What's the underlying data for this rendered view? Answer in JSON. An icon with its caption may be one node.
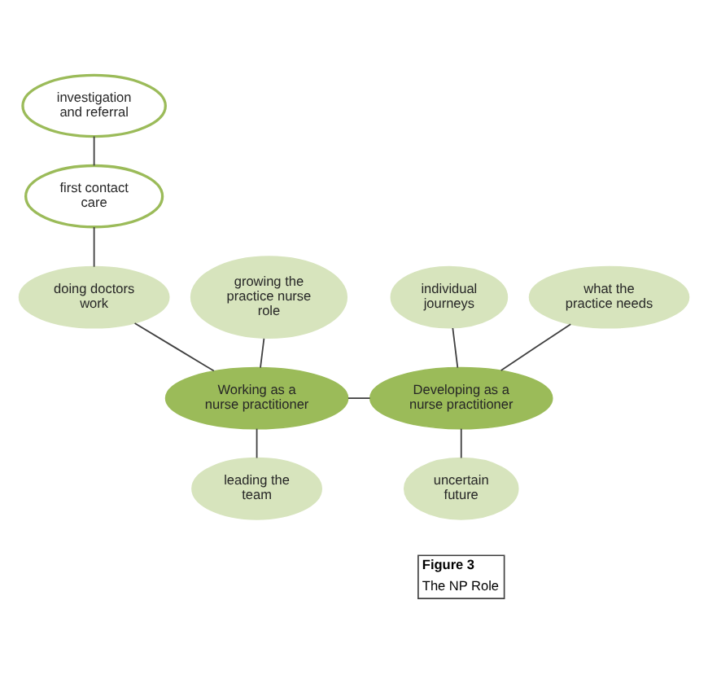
{
  "diagram": {
    "nodes": [
      {
        "text": [
          "investigation and referral"
        ]
      },
      {
        "text": [
          "first contact care"
        ]
      },
      {
        "text": [
          "growing the practice nurse role"
        ]
      },
      {
        "text": [
          "individual journeys"
        ]
      },
      {
        "text": [
          "doing doctors work"
        ]
      },
      {
        "text": [
          "what the practice needs"
        ]
      },
      {
        "text": [
          "Working as a nurse practitioner"
        ]
      },
      {
        "text": [
          "Developing as a nurse practitioner"
        ]
      },
      {
        "text": [
          "leading the team"
        ]
      },
      {
        "text": [
          "uncertain future"
        ]
      }
    ],
    "edges": [
      {
        "from": 0,
        "to": 1,
        "arrow": "none"
      },
      {
        "from": 1,
        "to": 4,
        "arrow": "none"
      },
      {
        "from": 4,
        "to": 6,
        "arrow": "none"
      },
      {
        "from": 2,
        "to": 6,
        "arrow": "none"
      },
      {
        "from": 6,
        "to": 7,
        "arrow": "none"
      },
      {
        "from": 3,
        "to": 7,
        "arrow": "none"
      },
      {
        "from": 5,
        "to": 7,
        "arrow": "none"
      },
      {
        "from": 6,
        "to": 8,
        "arrow": "none"
      },
      {
        "from": 7,
        "to": 9,
        "arrow": "none"
      }
    ],
    "labels": [
      "Figure 3",
      "The NP Role"
    ]
  }
}
